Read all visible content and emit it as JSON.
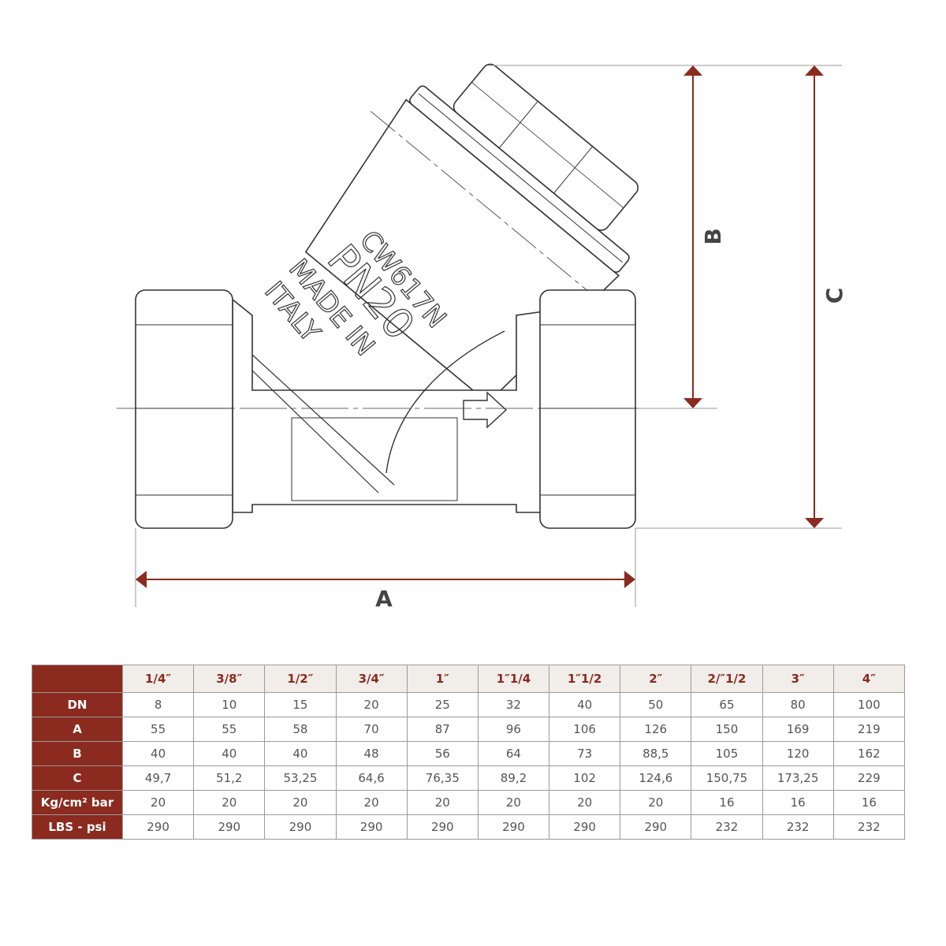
{
  "drawing": {
    "markings": [
      "CW617N",
      "PN20",
      "MADE IN",
      "ITALY"
    ],
    "dimension_labels": {
      "a": "A",
      "b": "B",
      "c": "C"
    },
    "accent_color": "#8b2a1f"
  },
  "table": {
    "columns": [
      "1/4″",
      "3/8″",
      "1/2″",
      "3/4″",
      "1″",
      "1″1/4",
      "1″1/2",
      "2″",
      "2/″1/2",
      "3″",
      "4″"
    ],
    "rows": [
      {
        "label": "DN",
        "values": [
          "8",
          "10",
          "15",
          "20",
          "25",
          "32",
          "40",
          "50",
          "65",
          "80",
          "100"
        ]
      },
      {
        "label": "A",
        "values": [
          "55",
          "55",
          "58",
          "70",
          "87",
          "96",
          "106",
          "126",
          "150",
          "169",
          "219"
        ]
      },
      {
        "label": "B",
        "values": [
          "40",
          "40",
          "40",
          "48",
          "56",
          "64",
          "73",
          "88,5",
          "105",
          "120",
          "162"
        ]
      },
      {
        "label": "C",
        "values": [
          "49,7",
          "51,2",
          "53,25",
          "64,6",
          "76,35",
          "89,2",
          "102",
          "124,6",
          "150,75",
          "173,25",
          "229"
        ]
      },
      {
        "label": "Kg/cm² bar",
        "values": [
          "20",
          "20",
          "20",
          "20",
          "20",
          "20",
          "20",
          "20",
          "16",
          "16",
          "16"
        ]
      },
      {
        "label": "LBS - psi",
        "values": [
          "290",
          "290",
          "290",
          "290",
          "290",
          "290",
          "290",
          "290",
          "232",
          "232",
          "232"
        ]
      }
    ]
  }
}
